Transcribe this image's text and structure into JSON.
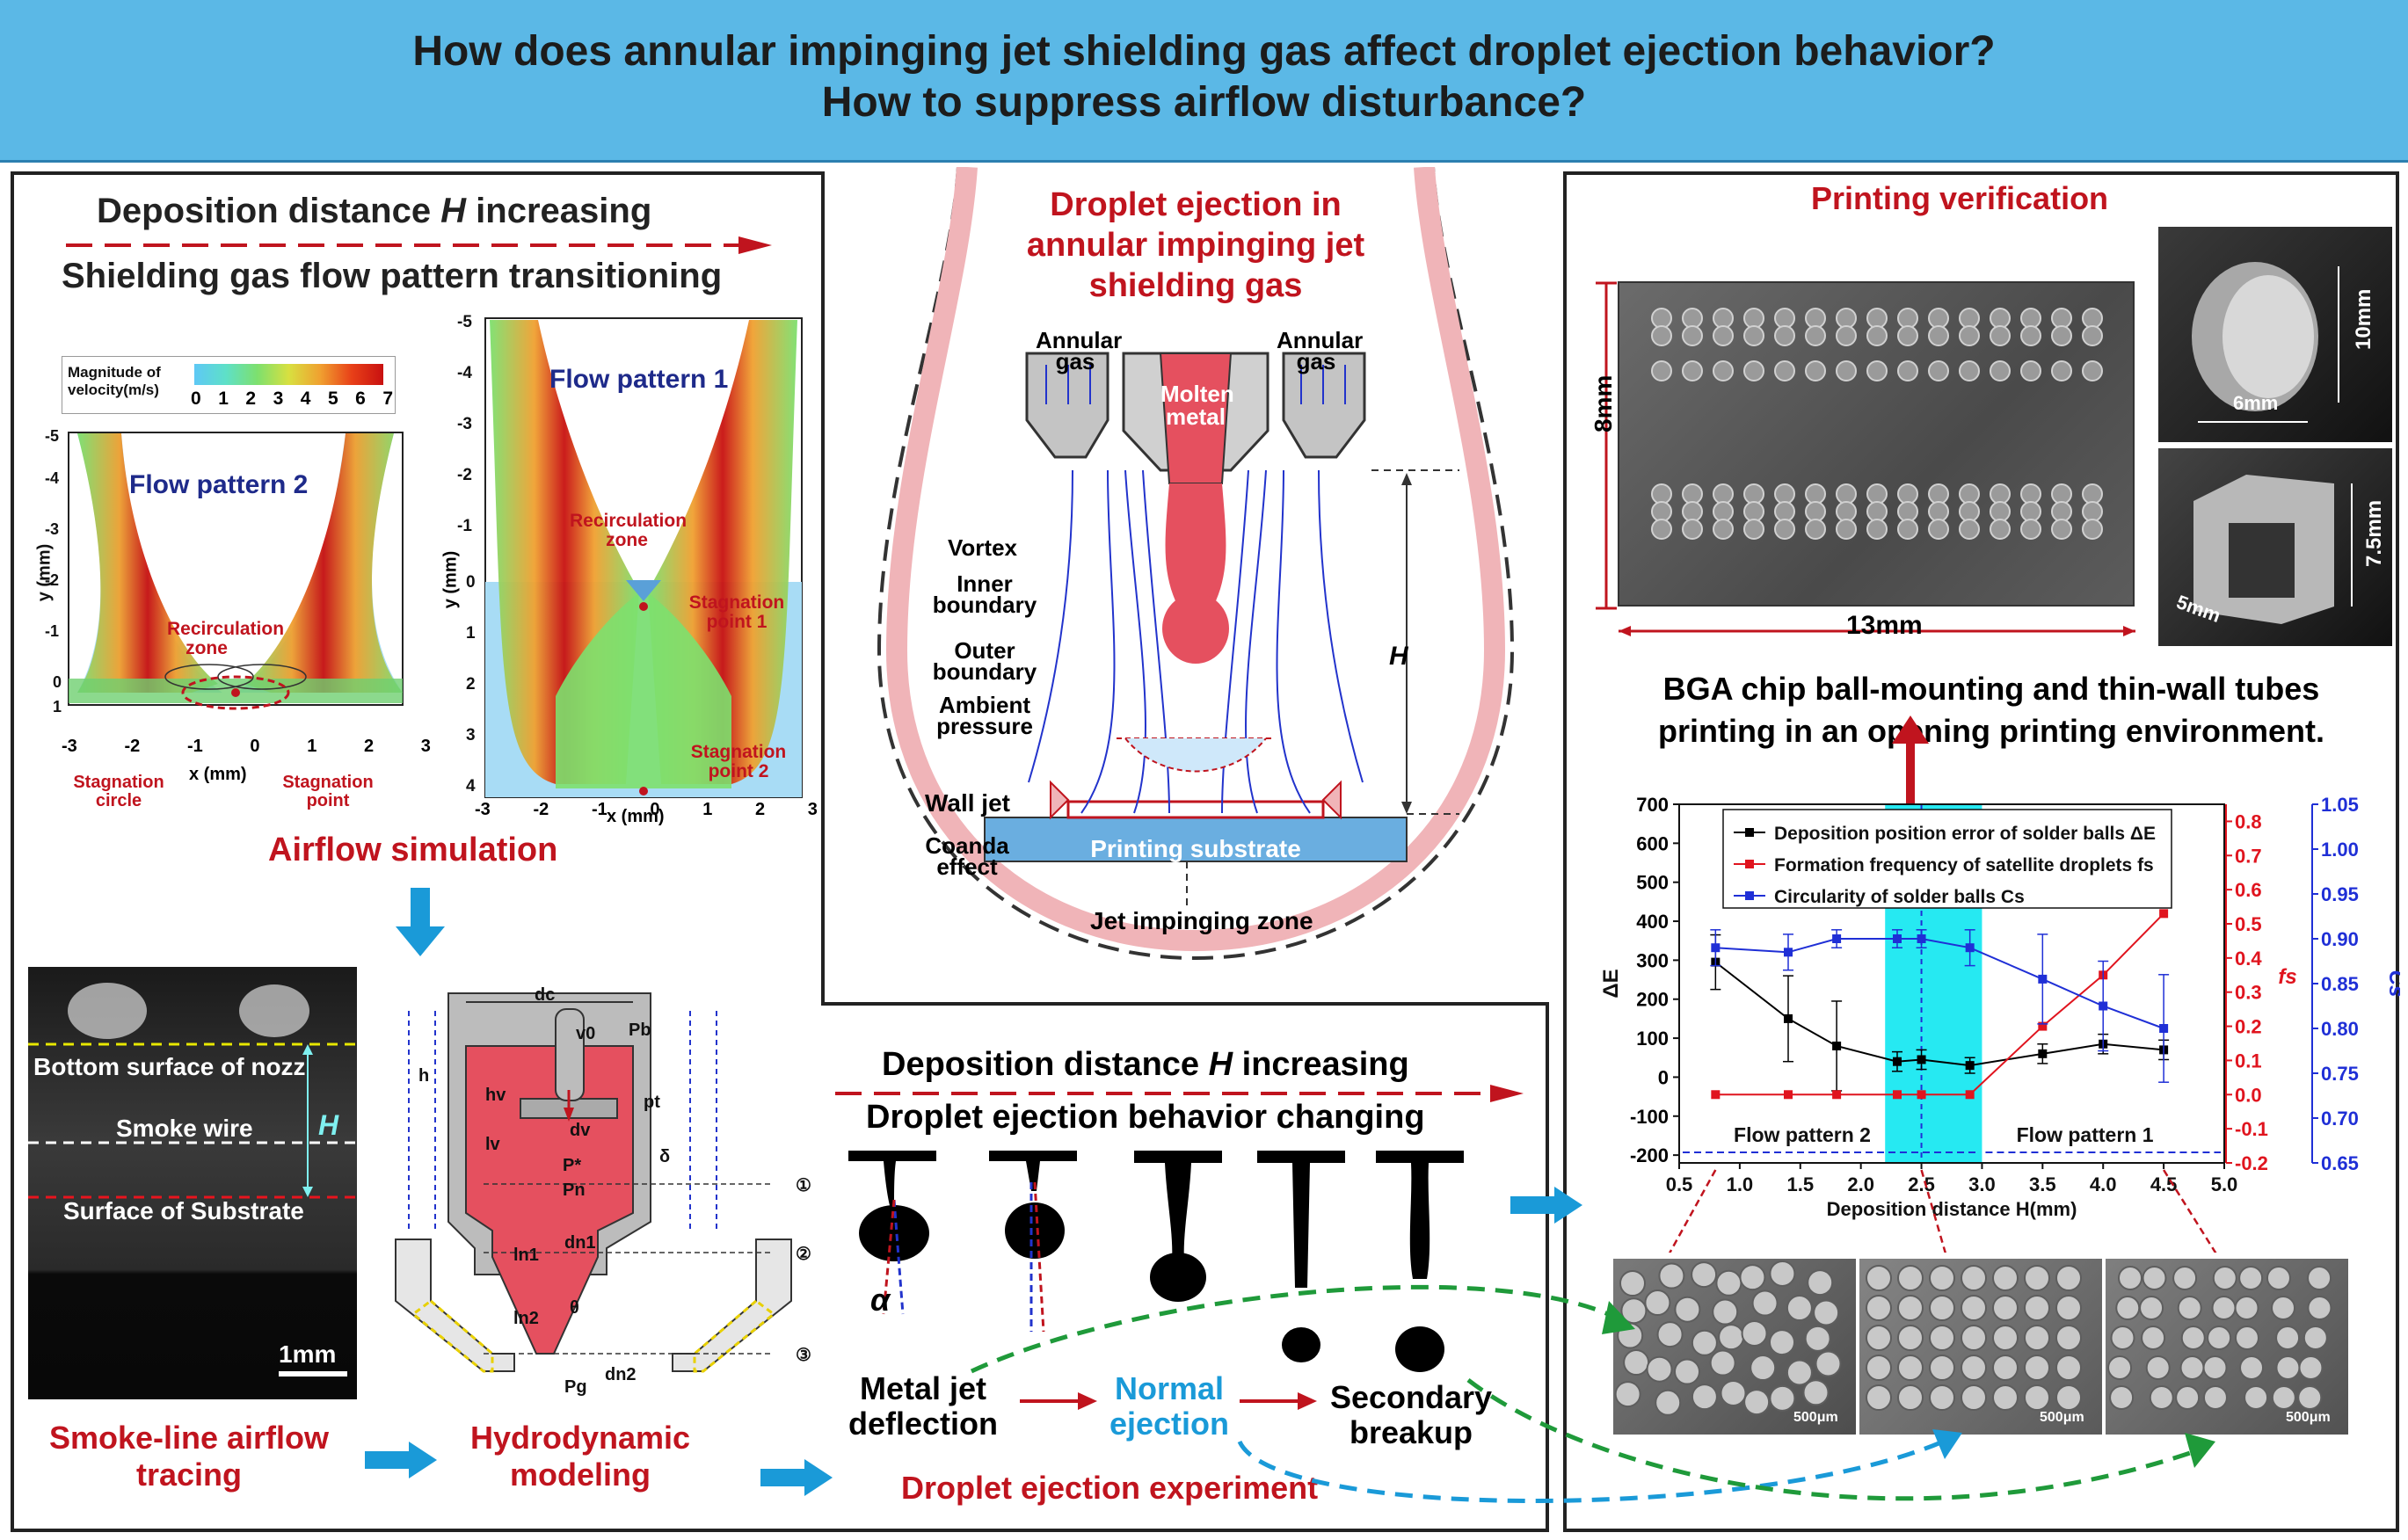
{
  "header": {
    "line1": "How does annular impinging jet shielding gas affect droplet ejection behavior?",
    "line2": "How to suppress airflow disturbance?"
  },
  "left_panel": {
    "heading1_pre": "Deposition distance ",
    "heading1_var": "H",
    "heading1_post": " increasing",
    "heading2": "Shielding gas flow pattern transitioning",
    "legend_title": "Magnitude of velocity(m/s)",
    "legend_ticks": [
      "0",
      "1",
      "2",
      "3",
      "4",
      "5",
      "6",
      "7"
    ],
    "sim2_title": "Flow pattern 2",
    "sim2_yticks": [
      "-5",
      "-4",
      "-3",
      "-2",
      "-1",
      "0",
      "1"
    ],
    "sim2_xticks": [
      "-3",
      "-2",
      "-1",
      "0",
      "1",
      "2",
      "3"
    ],
    "sim2_ylabel": "y (mm)",
    "sim2_xlabel": "x (mm)",
    "sim2_recirc": "Recirculation zone",
    "sim2_stag_circle": "Stagnation circle",
    "sim2_stag_point": "Stagnation point",
    "sim1_title": "Flow pattern 1",
    "sim1_yticks": [
      "-5",
      "-4",
      "-3",
      "-2",
      "-1",
      "0",
      "1",
      "2",
      "3",
      "4"
    ],
    "sim1_xticks": [
      "-3",
      "-2",
      "-1",
      "0",
      "1",
      "2",
      "3"
    ],
    "sim1_ylabel": "y (mm)",
    "sim1_xlabel": "x (mm)",
    "sim1_recirc": "Recirculation zone",
    "sim1_stag1": "Stagnation point 1",
    "sim1_stag2": "Stagnation point 2",
    "airflow_sim": "Airflow simulation",
    "smoke_bottom": "Bottom surface of nozz",
    "smoke_wire": "Smoke wire",
    "smoke_H": "H",
    "smoke_surface": "Surface of Substrate",
    "smoke_scale": "1mm",
    "smoke_caption": "Smoke-line airflow tracing",
    "hydro_caption": "Hydrodynamic modeling",
    "hydro_labels": {
      "dc": "dc",
      "Pb": "Pb",
      "v0": "v0",
      "h": "h",
      "pt": "pt",
      "hv": "hv",
      "dv": "dv",
      "lv": "lv",
      "delta": "δ",
      "P": "P*",
      "Pn": "Pn",
      "dn1": "dn1",
      "ln1": "ln1",
      "ln2": "ln2",
      "theta": "θ",
      "Pg": "Pg",
      "dn2": "dn2",
      "c1": "①",
      "c2": "②",
      "c3": "③"
    }
  },
  "center_diagram": {
    "title": "Droplet ejection in annular impinging jet shielding gas",
    "annular_gas_left": "Annular gas",
    "annular_gas_right": "Annular gas",
    "molten": "Molten metal",
    "vortex": "Vortex",
    "inner": "Inner boundary",
    "outer": "Outer boundary",
    "ambient": "Ambient pressure",
    "wall_jet": "Wall jet",
    "coanda": "Coanda effect",
    "H": "H",
    "substrate": "Printing substrate",
    "impinging_zone": "Jet impinging zone"
  },
  "bottom_center": {
    "heading1_pre": "Deposition distance ",
    "heading1_var": "H",
    "heading1_post": " increasing",
    "heading2": "Droplet ejection behavior changing",
    "alpha": "α",
    "metal_jet": "Metal jet deflection",
    "normal": "Normal ejection",
    "secondary": "Secondary breakup",
    "experiment": "Droplet ejection experiment"
  },
  "right_panel": {
    "title": "Printing verification",
    "chip_w": "13mm",
    "chip_h": "8mm",
    "tube_h1": "10mm",
    "tube_w1": "6mm",
    "tube_h2": "7.5mm",
    "tube_w2": "5mm",
    "caption_line1": "BGA chip ball-mounting and thin-wall tubes",
    "caption_line2": "printing in an opening printing environment.",
    "sem_scale": [
      "500μm",
      "500μm",
      "500μm"
    ]
  },
  "chart_data": {
    "type": "line",
    "x": [
      0.8,
      1.4,
      1.8,
      2.3,
      2.5,
      2.9,
      3.5,
      4.0,
      4.5
    ],
    "series": [
      {
        "name": "Deposition position error of solder balls ΔE",
        "axis": "left",
        "color": "#000000",
        "marker": "square",
        "values": [
          295,
          150,
          80,
          40,
          45,
          30,
          60,
          85,
          70
        ],
        "err": [
          70,
          110,
          115,
          25,
          25,
          20,
          25,
          25,
          25
        ]
      },
      {
        "name": "Formation frequency of satellite droplets fs",
        "axis": "right1",
        "color": "#e0141e",
        "marker": "square",
        "values": [
          0,
          0,
          0,
          0,
          0,
          0,
          0.2,
          0.35,
          0.53
        ]
      },
      {
        "name": "Circularity of solder balls Cs",
        "axis": "right2",
        "color": "#1f2fd6",
        "marker": "square",
        "values": [
          0.89,
          0.885,
          0.9,
          0.9,
          0.9,
          0.89,
          0.855,
          0.825,
          0.8
        ],
        "err": [
          0.02,
          0.02,
          0.01,
          0.01,
          0.01,
          0.02,
          0.05,
          0.05,
          0.06
        ]
      }
    ],
    "xlabel": "Deposition distance H(mm)",
    "ylabel": "ΔE",
    "y2label": "fs",
    "y3label": "Cs",
    "xlim": [
      0.5,
      5.0
    ],
    "ylim": [
      -220,
      700
    ],
    "y2lim": [
      -0.2,
      0.85
    ],
    "y3lim": [
      0.65,
      1.05
    ],
    "xticks": [
      "0.5",
      "1.0",
      "1.5",
      "2.0",
      "2.5",
      "3.0",
      "3.5",
      "4.0",
      "4.5",
      "5.0"
    ],
    "yticks": [
      "-200",
      "-100",
      "0",
      "100",
      "200",
      "300",
      "400",
      "500",
      "600",
      "700"
    ],
    "y2ticks": [
      "-0.2",
      "-0.1",
      "0.0",
      "0.1",
      "0.2",
      "0.3",
      "0.4",
      "0.5",
      "0.6",
      "0.7",
      "0.8"
    ],
    "y3ticks": [
      "0.65",
      "0.70",
      "0.75",
      "0.80",
      "0.85",
      "0.90",
      "0.95",
      "1.00",
      "1.05"
    ],
    "highlight_band": [
      2.2,
      3.0
    ],
    "region_left": "Flow pattern 2",
    "region_right": "Flow pattern 1",
    "colors": {
      "band": "#00e5f0",
      "left": "#000000",
      "right1": "#e0141e",
      "right2": "#1f2fd6"
    }
  }
}
